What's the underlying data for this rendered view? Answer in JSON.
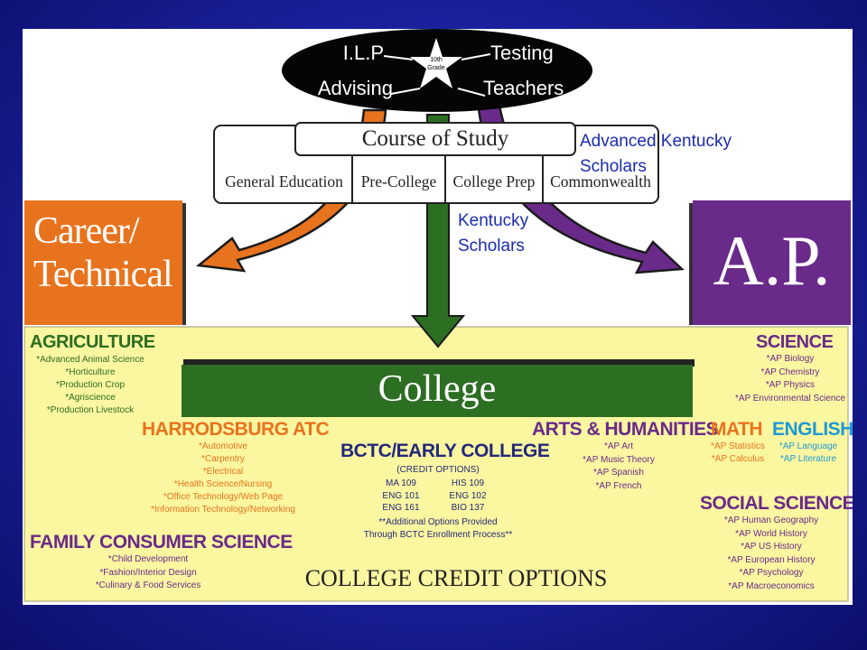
{
  "oval": {
    "top_left": "I.L.P",
    "top_right": "Testing",
    "bottom_left": "Advising",
    "bottom_right": "Teachers",
    "star_line1": "10th",
    "star_line2": "Grade"
  },
  "course_of_study": {
    "title": "Course of Study",
    "options": [
      "General Education",
      "Pre-College",
      "College Prep",
      "Commonwealth"
    ]
  },
  "annotations": {
    "advanced_line1": "Advanced Kentucky",
    "advanced_line2": "Scholars",
    "kentucky_line1": "Kentucky",
    "kentucky_line2": "Scholars"
  },
  "career_box": {
    "line1": "Career/",
    "line2": "Technical"
  },
  "ap_box": {
    "label": "A.P."
  },
  "college_bar": {
    "label": "College"
  },
  "agriculture": {
    "title": "AGRICULTURE",
    "items": [
      "*Advanced Animal Science",
      "*Horticulture",
      "*Production Crop",
      "*Agriscience",
      "*Production Livestock"
    ]
  },
  "harrodsburg": {
    "title": "HARRODSBURG ATC",
    "items": [
      "*Automotive",
      "*Carpentry",
      "*Electrical",
      "*Health Science/Nursing",
      "*Office Technology/Web Page",
      "*Information Technology/Networking"
    ]
  },
  "family": {
    "title": "FAMILY CONSUMER SCIENCE",
    "items": [
      "*Child Development",
      "*Fashion/Interior Design",
      "*Culinary & Food Services"
    ]
  },
  "bctc": {
    "title": "BCTC/EARLY COLLEGE",
    "subtitle": "(CREDIT OPTIONS)",
    "courses_left": [
      "MA 109",
      "ENG 101",
      "ENG 161"
    ],
    "courses_right": [
      "HIS 109",
      "ENG 102",
      "BIO 137"
    ],
    "note_line1": "**Additional Options Provided",
    "note_line2": "Through BCTC Enrollment Process**"
  },
  "arts": {
    "title": "ARTS & HUMANITIES",
    "items": [
      "*AP Art",
      "*AP Music Theory",
      "*AP Spanish",
      "*AP French"
    ]
  },
  "math": {
    "title": "MATH",
    "items": [
      "*AP Statistics",
      "*AP Calculus"
    ]
  },
  "english": {
    "title": "ENGLISH",
    "items": [
      "*AP Language",
      "*AP Literature"
    ]
  },
  "science": {
    "title": "SCIENCE",
    "items": [
      "*AP Biology",
      "*AP Chemistry",
      "*AP Physics",
      "*AP Environmental Science"
    ]
  },
  "social": {
    "title": "SOCIAL SCIENCES",
    "items": [
      "*AP Human Geography",
      "*AP World History",
      "*AP US History",
      "*AP European History",
      "*AP Psychology",
      "*AP Macroeconomics"
    ]
  },
  "footer": {
    "label": "COLLEGE CREDIT OPTIONS"
  },
  "colors": {
    "orange": "#e8731e",
    "green": "#2c6e22",
    "purple": "#6a2a8a",
    "navy": "#23297a",
    "blue": "#1e9ad6",
    "cream": "#fbf6a0",
    "slide_bg": "#1a1f9a"
  }
}
